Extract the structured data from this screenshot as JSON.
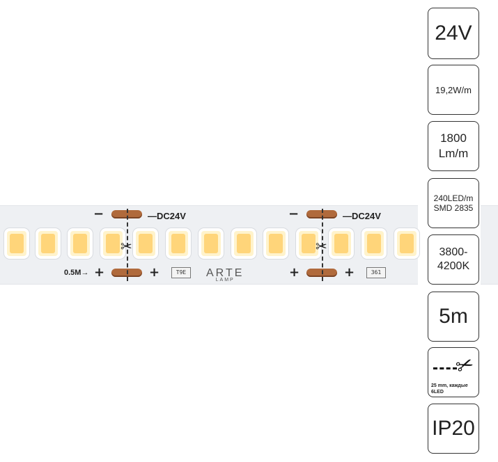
{
  "strip": {
    "polarity_minus": "−",
    "polarity_plus": "+",
    "voltage_label": "—DC24V",
    "length_marker": "0.5M→",
    "resistor_code_1": "T9E",
    "resistor_code_2": "361",
    "brand": "ARTE",
    "brand_sub": "LAMP",
    "cut_symbol": "✂"
  },
  "specs": {
    "voltage": "24V",
    "power": "19,2W/m",
    "flux_line1": "1800",
    "flux_line2": "Lm/m",
    "leds_line1": "240LED/m",
    "leds_line2": "SMD 2835",
    "cct_line1": "3800-",
    "cct_line2": "4200K",
    "length": "5m",
    "cut_caption_line1": "25 mm, каждые",
    "cut_caption_line2": "6LED",
    "ip": "IP20"
  },
  "icons": {
    "cut": "scissors-icon"
  },
  "colors": {
    "led": "#ffd57a",
    "pad": "#b06a3c",
    "strip": "#eef0f3",
    "border": "#333333"
  }
}
